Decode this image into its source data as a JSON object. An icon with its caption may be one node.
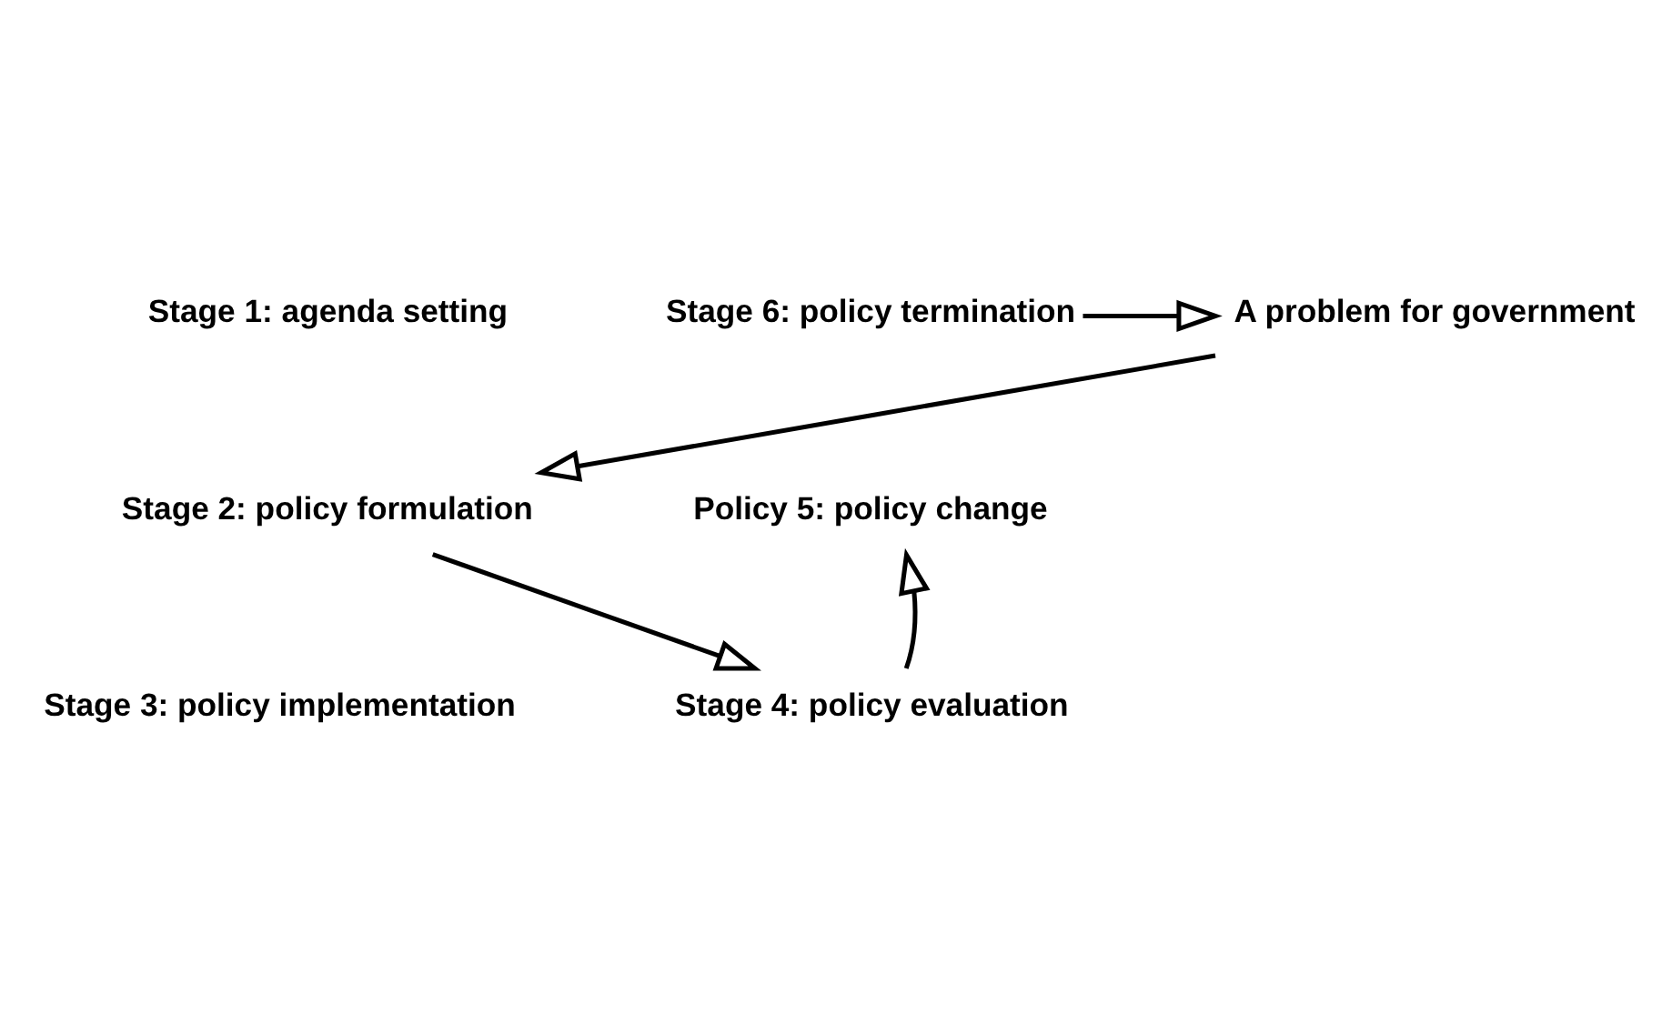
{
  "diagram": {
    "nodes": [
      {
        "text": [
          "A problem for government"
        ]
      },
      {
        "text": [
          "Stage 6: policy termination"
        ]
      },
      {
        "text": [
          "Stage 1: agenda setting"
        ]
      },
      {
        "text": [
          "Stage 2: policy formulation"
        ]
      },
      {
        "text": [
          "Policy 5: policy change"
        ]
      },
      {
        "text": [
          "Stage 4: policy evaluation"
        ]
      },
      {
        "text": [
          "Stage 3: policy implementation"
        ]
      }
    ],
    "edges": [
      {
        "from": 1,
        "to": 0,
        "arrow": "to"
      },
      {
        "from": 0,
        "to": 3,
        "arrow": "to"
      },
      {
        "from": 3,
        "to": 5,
        "arrow": "to"
      },
      {
        "from": 5,
        "to": 4,
        "arrow": "to"
      }
    ]
  }
}
